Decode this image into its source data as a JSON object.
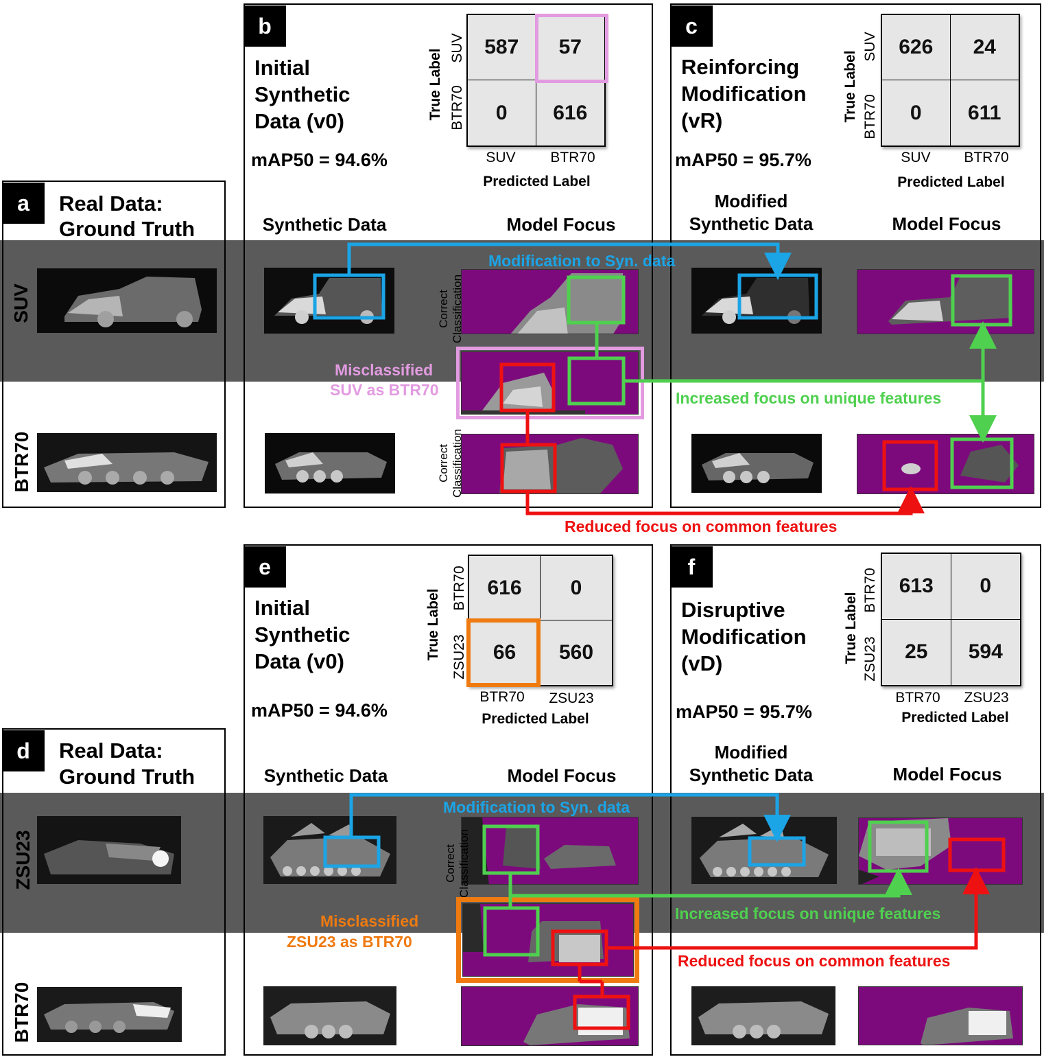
{
  "panel_a": {
    "tag": "a",
    "title_line1": "Real Data:",
    "title_line2": "Ground Truth",
    "row1": "SUV",
    "row2": "BTR70"
  },
  "panel_b": {
    "tag": "b",
    "title_line1": "Initial",
    "title_line2": "Synthetic",
    "title_line3": "Data (v0)",
    "map": "mAP50 = 94.6%",
    "cm": {
      "values": [
        "587",
        "57",
        "0",
        "616"
      ],
      "row_labels": [
        "SUV",
        "BTR70"
      ],
      "col_labels": [
        "SUV",
        "BTR70"
      ],
      "true_label": "True Label",
      "pred_label": "Predicted Label"
    },
    "hdr_left": "Synthetic Data",
    "hdr_right": "Model Focus",
    "correct": "Correct",
    "classification": "Classification",
    "mis_line1": "Misclassified",
    "mis_line2": "SUV as BTR70"
  },
  "panel_c": {
    "tag": "c",
    "title_line1": "Reinforcing",
    "title_line2": "Modification",
    "title_line3": "(vR)",
    "map": "mAP50 = 95.7%",
    "cm": {
      "values": [
        "626",
        "24",
        "0",
        "611"
      ],
      "row_labels": [
        "SUV",
        "BTR70"
      ],
      "col_labels": [
        "SUV",
        "BTR70"
      ],
      "true_label": "True Label",
      "pred_label": "Predicted Label"
    },
    "hdr_left1": "Modified",
    "hdr_left2": "Synthetic Data",
    "hdr_right": "Model Focus"
  },
  "panel_d": {
    "tag": "d",
    "title_line1": "Real Data:",
    "title_line2": "Ground Truth",
    "row1": "ZSU23",
    "row2": "BTR70"
  },
  "panel_e": {
    "tag": "e",
    "title_line1": "Initial",
    "title_line2": "Synthetic",
    "title_line3": "Data (v0)",
    "map": "mAP50 = 94.6%",
    "cm": {
      "values": [
        "616",
        "0",
        "66",
        "560"
      ],
      "row_labels": [
        "BTR70",
        "ZSU23"
      ],
      "col_labels": [
        "BTR70",
        "ZSU23"
      ],
      "true_label": "True Label",
      "pred_label": "Predicted Label"
    },
    "hdr_left": "Synthetic Data",
    "hdr_right": "Model Focus",
    "correct": "Correct",
    "classification": "Classification",
    "mis_line1": "Misclassified",
    "mis_line2": "ZSU23 as BTR70"
  },
  "panel_f": {
    "tag": "f",
    "title_line1": "Disruptive",
    "title_line2": "Modification",
    "title_line3": "(vD)",
    "map": "mAP50 = 95.7%",
    "cm": {
      "values": [
        "613",
        "0",
        "25",
        "594"
      ],
      "row_labels": [
        "BTR70",
        "ZSU23"
      ],
      "col_labels": [
        "BTR70",
        "ZSU23"
      ],
      "true_label": "True Label",
      "pred_label": "Predicted Label"
    },
    "hdr_left1": "Modified",
    "hdr_left2": "Synthetic Data",
    "hdr_right": "Model Focus"
  },
  "annotations": {
    "mod_top": "Modification to Syn. data",
    "inc_top": "Increased focus on unique features",
    "red_top": "Reduced focus on common features",
    "mod_bottom": "Modification to Syn. data",
    "inc_bottom": "Increased focus on unique features",
    "red_bottom": "Reduced focus on common features"
  },
  "colors": {
    "blue": "#1ba4e6",
    "green": "#4fd04f",
    "red": "#ee1111",
    "pink": "#e29be0",
    "orange": "#ef7a10",
    "purple": "#7d0a7d",
    "band": "#5a5a5a"
  }
}
